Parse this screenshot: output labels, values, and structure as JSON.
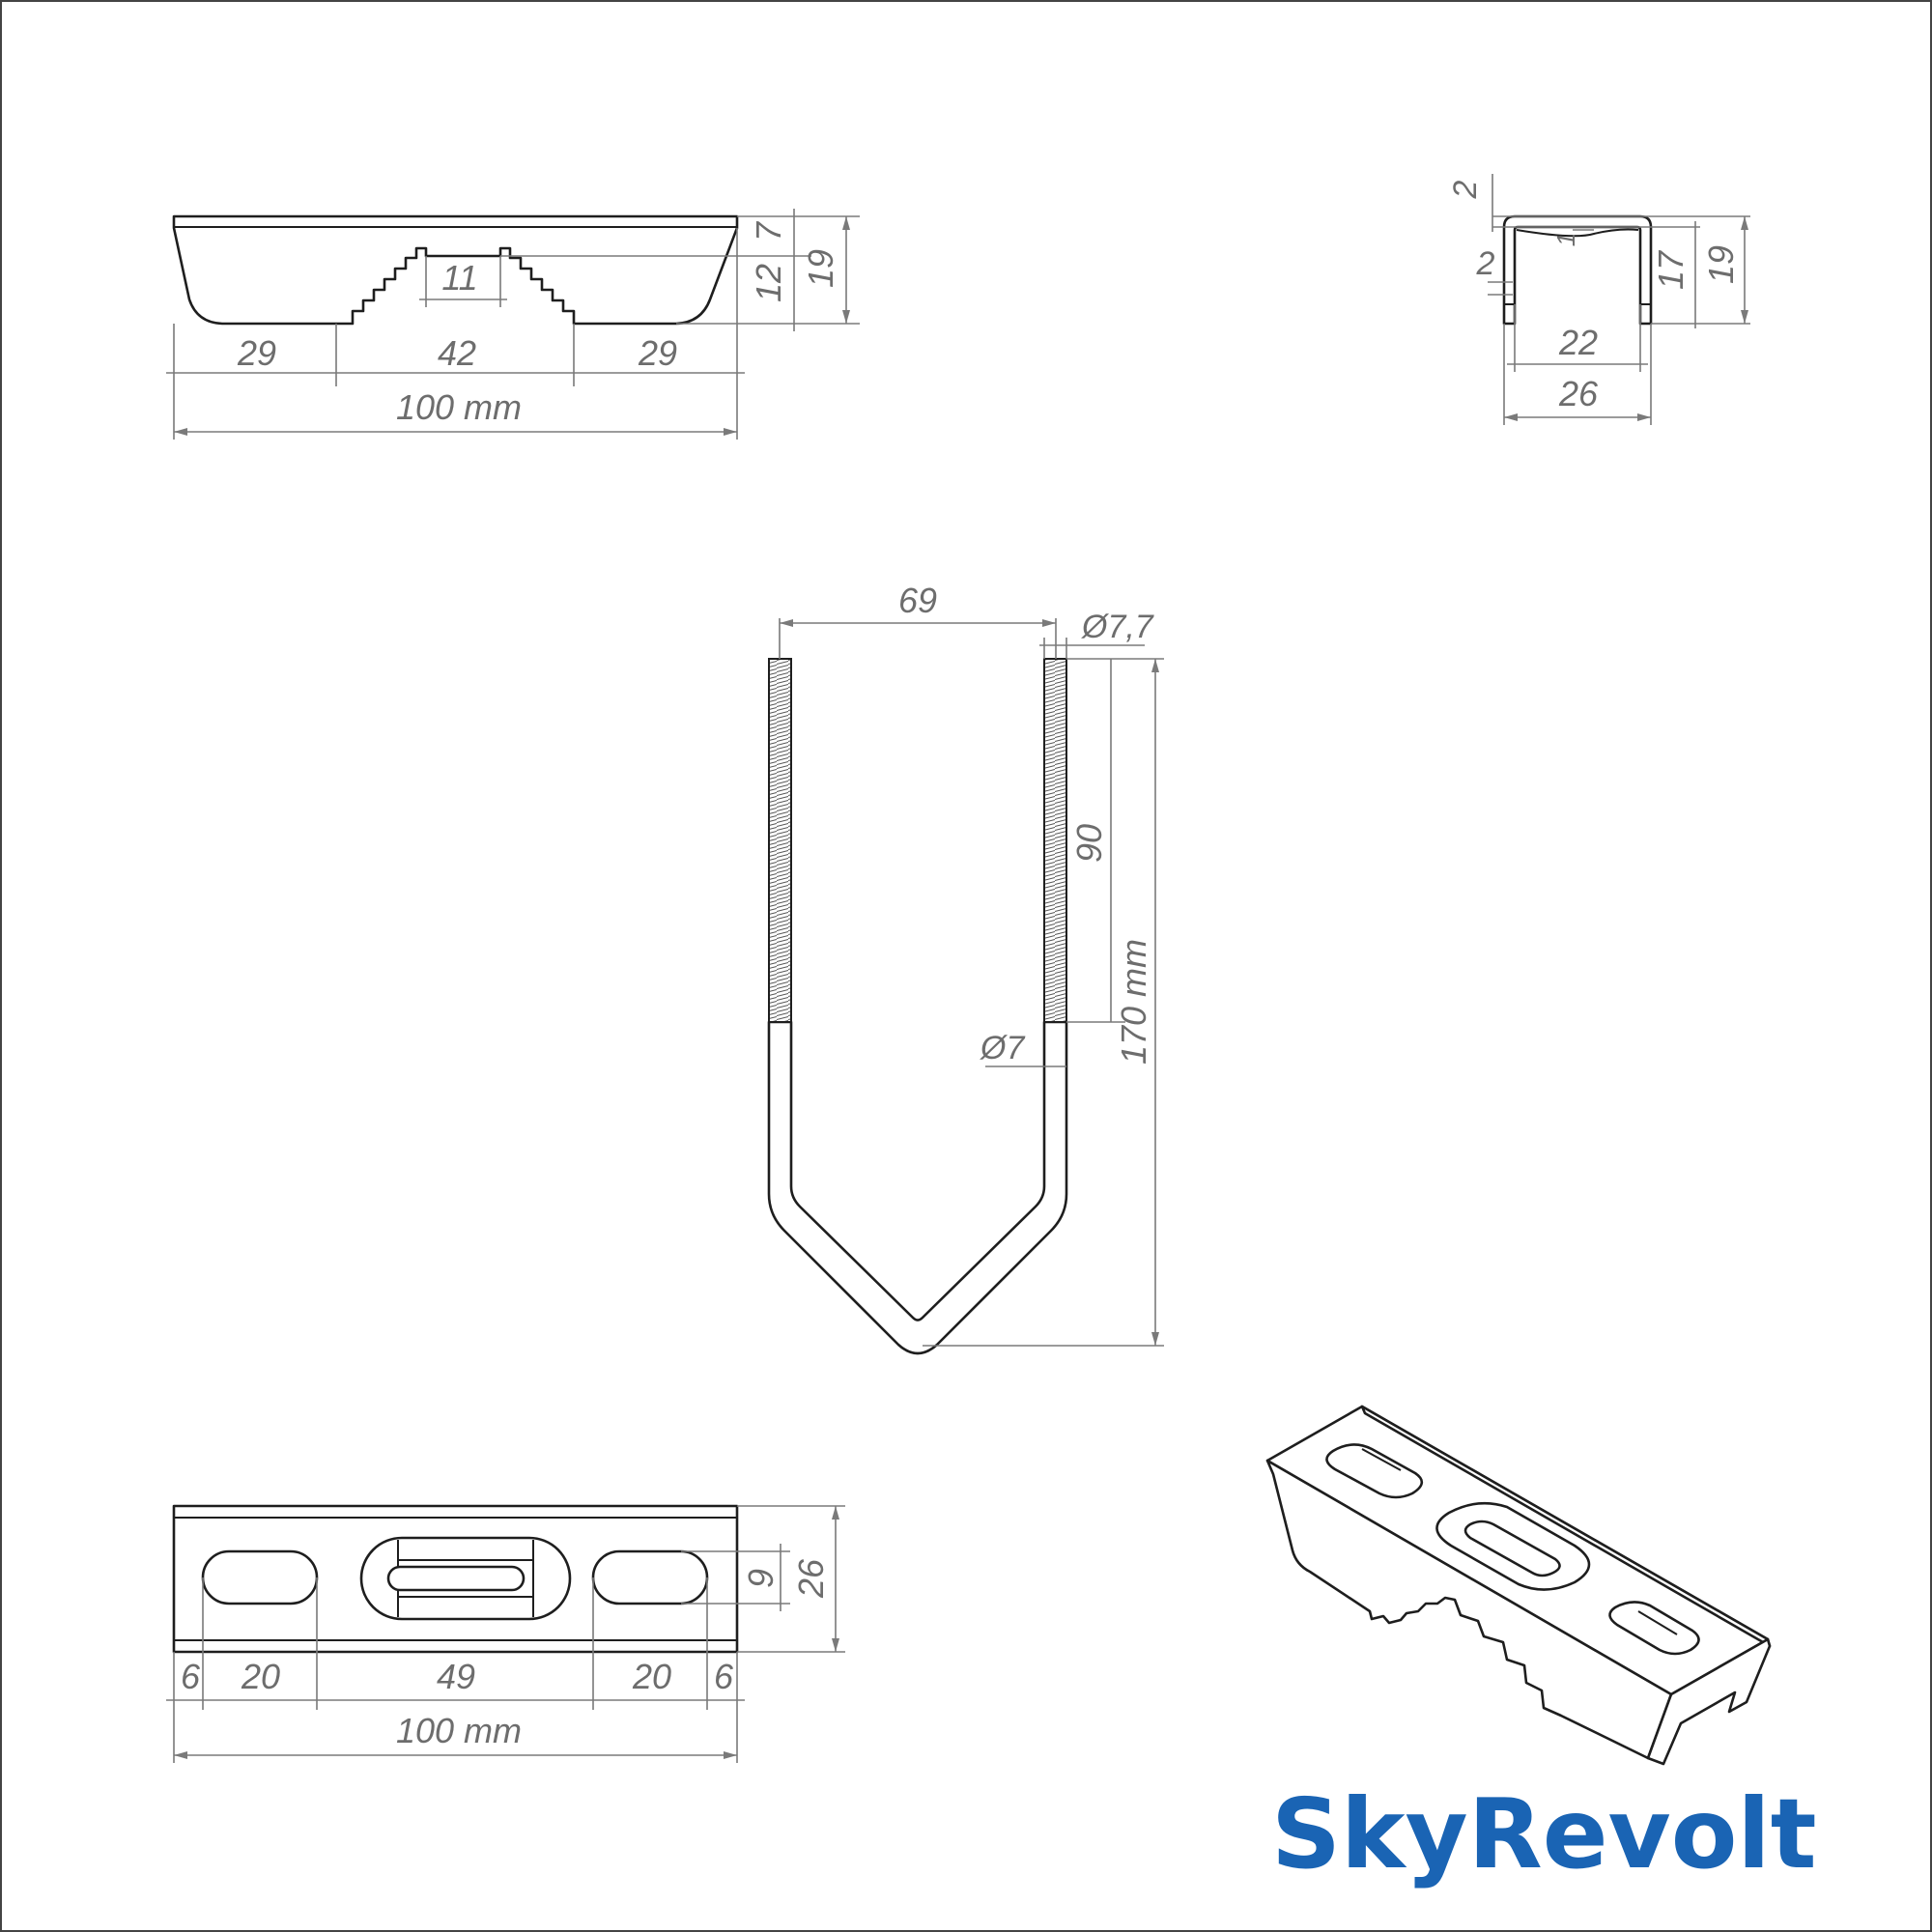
{
  "views": {
    "front": {
      "width": "100 mm",
      "left": "29",
      "middle": "42",
      "right": "29",
      "top_width": "11",
      "h_small": "7",
      "h_mid": "12",
      "h_total": "19"
    },
    "side": {
      "wall_top": "2",
      "wall_side": "2",
      "notch": "1",
      "h_inner": "17",
      "h_total": "19",
      "w_inner": "22",
      "w_outer": "26"
    },
    "bolt": {
      "width": "69",
      "thread_dia": "Ø7,7",
      "rod_dia": "Ø7",
      "thread_len": "90",
      "length": "170 mm"
    },
    "top": {
      "height": "26",
      "slot_w": "9",
      "d1": "6",
      "d2": "20",
      "d3": "49",
      "d4": "20",
      "d5": "6",
      "length": "100 mm"
    }
  },
  "logo": {
    "text": "SkyRevolt",
    "color": "#1a64b4"
  },
  "colors": {
    "outline": "#1e1e1e",
    "dimension": "#7a7a7a",
    "text": "#6d6d6d",
    "border": "#444444"
  }
}
